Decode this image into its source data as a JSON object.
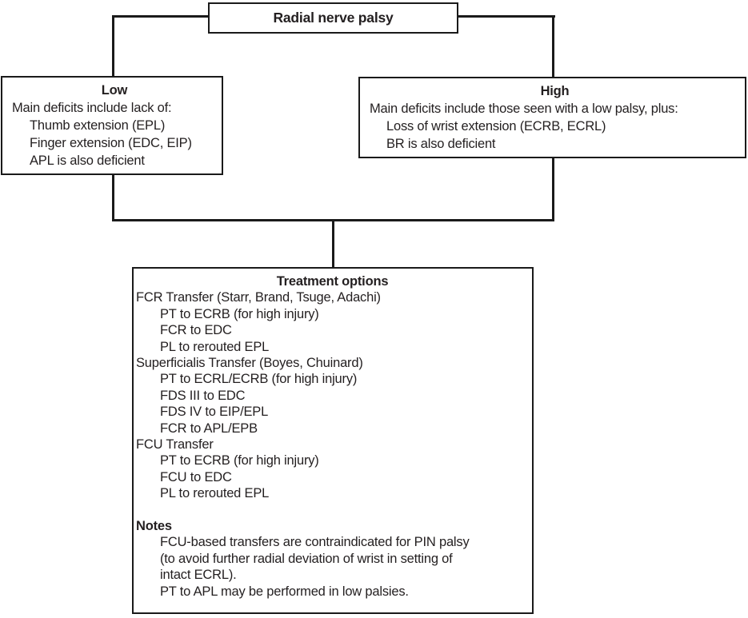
{
  "colors": {
    "ink": "#231f20",
    "line": "#1a1a1a",
    "background": "#ffffff"
  },
  "root_box": {
    "title": "Radial nerve palsy"
  },
  "low_box": {
    "title": "Low",
    "lines": [
      {
        "text": "Main deficits include lack of:",
        "indent": false
      },
      {
        "text": "Thumb extension (EPL)",
        "indent": true
      },
      {
        "text": "Finger extension (EDC, EIP)",
        "indent": true
      },
      {
        "text": "APL is also deficient",
        "indent": true
      }
    ]
  },
  "high_box": {
    "title": "High",
    "lines": [
      {
        "text": "Main deficits include those seen with a low palsy, plus:",
        "indent": false
      },
      {
        "text": "Loss of wrist extension (ECRB, ECRL)",
        "indent": true
      },
      {
        "text": "BR is also deficient",
        "indent": true
      }
    ]
  },
  "treatment_box": {
    "title": "Treatment options",
    "lines": [
      {
        "text": "FCR Transfer (Starr, Brand, Tsuge, Adachi)",
        "indent": false
      },
      {
        "text": "PT to ECRB (for high injury)",
        "indent": true
      },
      {
        "text": "FCR to EDC",
        "indent": true
      },
      {
        "text": "PL to rerouted EPL",
        "indent": true
      },
      {
        "text": "Superficialis Transfer (Boyes, Chuinard)",
        "indent": false
      },
      {
        "text": "PT to ECRL/ECRB (for high injury)",
        "indent": true
      },
      {
        "text": "FDS III to EDC",
        "indent": true
      },
      {
        "text": "FDS IV to EIP/EPL",
        "indent": true
      },
      {
        "text": "FCR to APL/EPB",
        "indent": true
      },
      {
        "text": "FCU Transfer",
        "indent": false
      },
      {
        "text": "PT to ECRB (for high injury)",
        "indent": true
      },
      {
        "text": "FCU to EDC",
        "indent": true
      },
      {
        "text": "PL to rerouted EPL",
        "indent": true
      }
    ],
    "notes_title": "Notes",
    "notes_lines": [
      {
        "text": "FCU-based transfers are contraindicated for PIN palsy"
      },
      {
        "text": "(to avoid further radial deviation of wrist in setting of"
      },
      {
        "text": "intact ECRL)."
      },
      {
        "text": "PT to APL may be performed in low palsies."
      }
    ]
  }
}
